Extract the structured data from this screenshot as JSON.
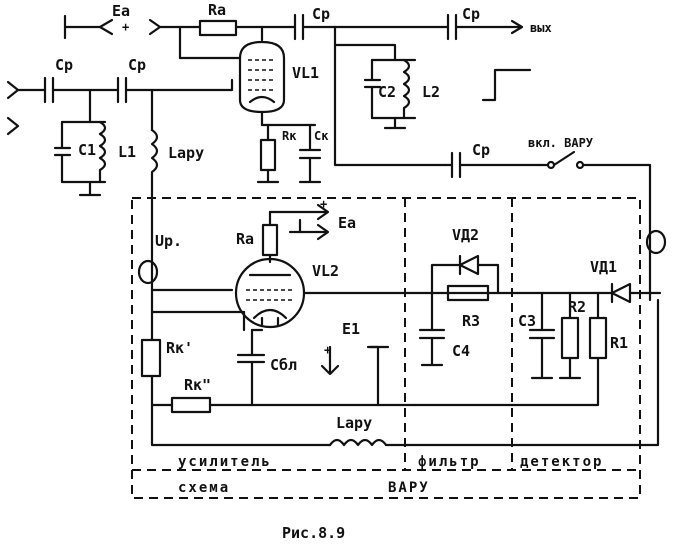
{
  "labels": {
    "ea_top": "Eа",
    "ra_top": "Rа",
    "cp1": "Cр",
    "cp2": "Cр",
    "cp3": "Cр",
    "cp4": "Cр",
    "cp5": "Cр",
    "out": "вых",
    "vl1": "VL1",
    "c2": "C2",
    "l2": "L2",
    "c1": "C1",
    "l1": "L1",
    "lapr": "Lару",
    "rk": "Rк",
    "ck": "Cк",
    "switch": "вкл. ВАРУ",
    "ra2": "Rа",
    "ea2": "Eа",
    "up": "Uр.",
    "vl2": "VL2",
    "vd2": "VД2",
    "vd1": "VД1",
    "r3": "R3",
    "c3": "C3",
    "r2": "R2",
    "r1": "R1",
    "c4": "C4",
    "rk1": "Rк'",
    "rk2": "Rк\"",
    "cbl": "Cбл",
    "e1": "E1",
    "lapr2": "Lару",
    "sec_amp": "усилитель",
    "sec_filter": "фильтр",
    "sec_detector": "детектор",
    "scheme_left": "схема",
    "scheme_right": "ВАРУ",
    "figure": "Рис.8.9"
  }
}
